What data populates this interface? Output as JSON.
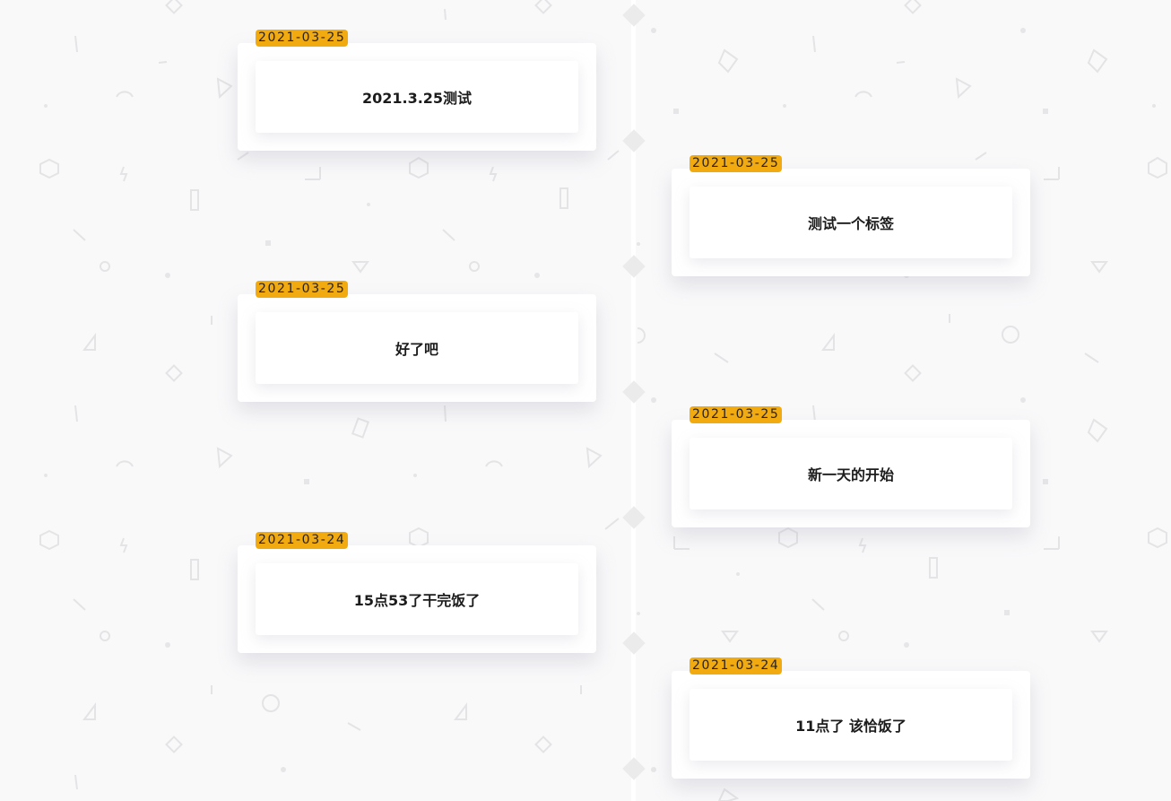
{
  "timeline": {
    "entries": [
      {
        "date": "2021-03-25",
        "text": "2021.3.25测试",
        "side": "left"
      },
      {
        "date": "2021-03-25",
        "text": "测试一个标签",
        "side": "right"
      },
      {
        "date": "2021-03-25",
        "text": "好了吧",
        "side": "left"
      },
      {
        "date": "2021-03-25",
        "text": "新一天的开始",
        "side": "right"
      },
      {
        "date": "2021-03-24",
        "text": "15点53了干完饭了",
        "side": "left"
      },
      {
        "date": "2021-03-24",
        "text": "11点了 该恰饭了",
        "side": "right"
      }
    ]
  },
  "colors": {
    "background": "#f9f9fa",
    "badge": "#f1aa10",
    "line": "#ffffff",
    "node": "#ebebeb"
  }
}
